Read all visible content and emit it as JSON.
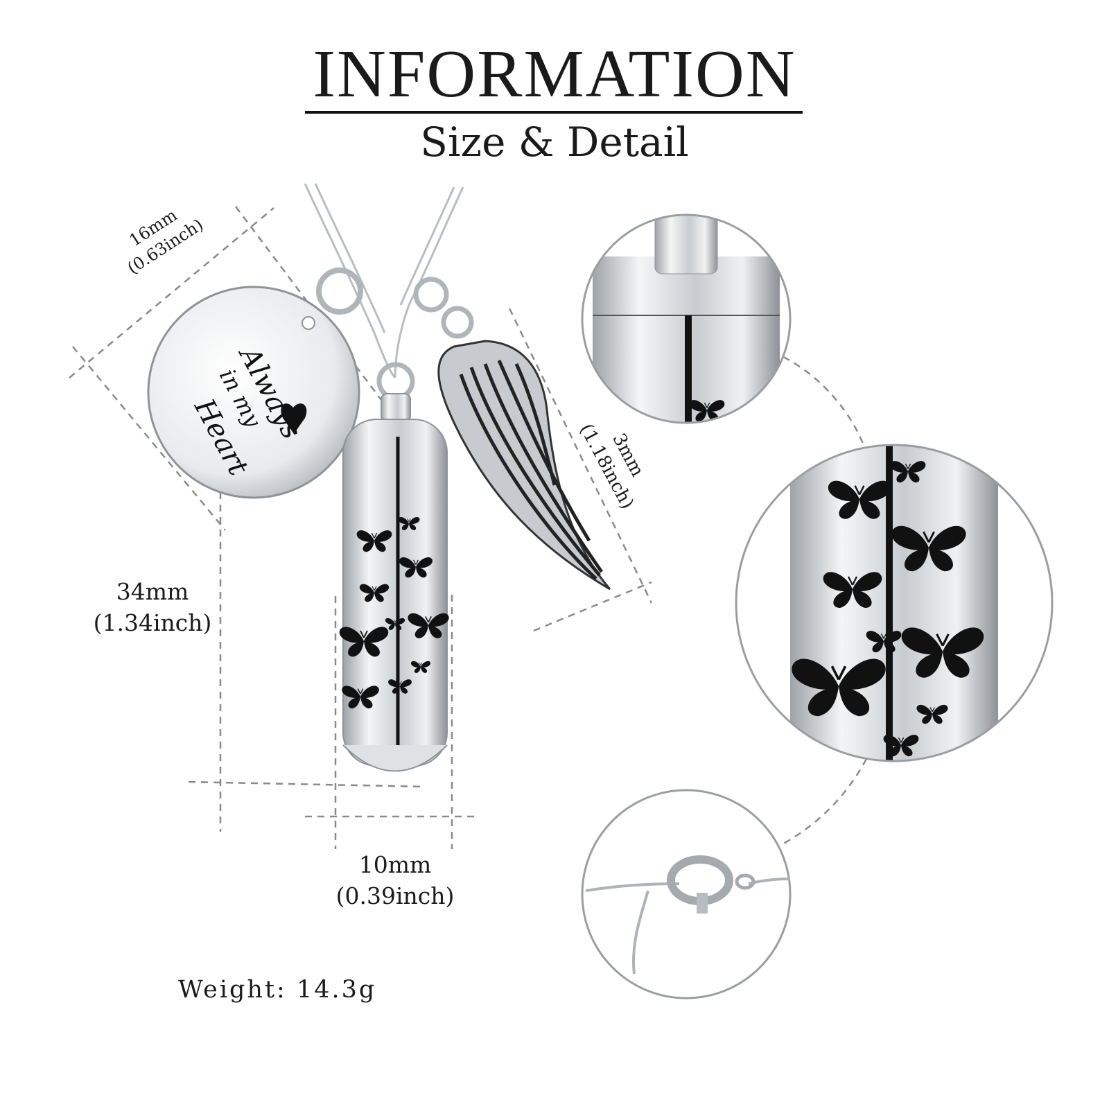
{
  "header": {
    "title": "INFORMATION",
    "subtitle": "Size & Detail"
  },
  "dimensions": {
    "disc": {
      "mm": "16mm",
      "inch": "(0.63inch)"
    },
    "height": {
      "mm": "34mm",
      "inch": "(1.34inch)"
    },
    "width": {
      "mm": "10mm",
      "inch": "(0.39inch)"
    },
    "wing": {
      "mm": "3mm",
      "inch": "(1.18inch)"
    }
  },
  "disc_engraving": [
    "Always",
    "in my",
    "Heart"
  ],
  "weight": "Weight: 14.3g",
  "colors": {
    "silver": "#d9dcdf",
    "silver_dark": "#9aa0a6",
    "engraving": "#111111",
    "dashed": "#8a8a8a"
  }
}
